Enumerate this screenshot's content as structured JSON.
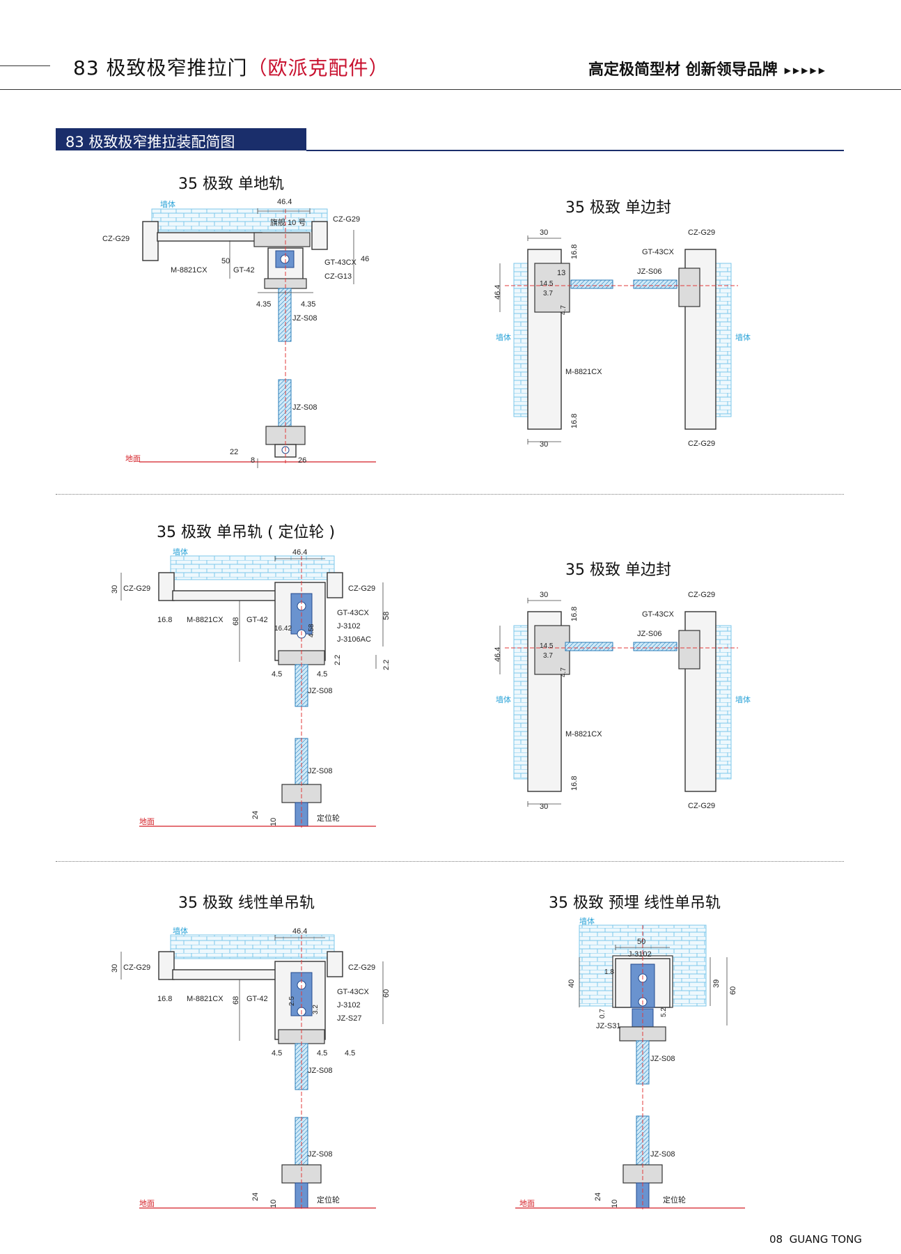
{
  "header": {
    "title": "83 极致极窄推拉门",
    "title_paren": "（欧派克配件）",
    "slogan": "高定极简型材  创新领导品牌",
    "slogan_arrows": "▶▶▶▶▶"
  },
  "section": {
    "title": "83 极致极窄推拉装配简图"
  },
  "diagrams": {
    "d1": {
      "title": "35 极致  单地轨",
      "labels": {
        "wall": "墙体",
        "w464": "46.4",
        "flagship": "旗舰 10 号",
        "czg29a": "CZ-G29",
        "czg29b": "CZ-G29",
        "m8821": "M-8821CX",
        "gt42": "GT-42",
        "gt43": "GT-43CX",
        "czg13": "CZ-G13",
        "d50": "50",
        "d46": "46",
        "d435a": "4.35",
        "d435b": "4.35",
        "jzs08a": "JZ-S08",
        "jzs08b": "JZ-S08",
        "ground": "地面",
        "d22": "22",
        "d8": "8",
        "d26": "26"
      }
    },
    "d2": {
      "title": "35 极致  单边封",
      "labels": {
        "d30a": "30",
        "d168a": "16.8",
        "d13": "13",
        "d145": "14.5",
        "d37": "3.7",
        "d47": "4.7",
        "d464": "46.4",
        "wall_l": "墙体",
        "wall_r": "墙体",
        "m8821": "M-8821CX",
        "d168b": "16.8",
        "d30b": "30",
        "czg29t": "CZ-G29",
        "gt43": "GT-43CX",
        "jzs06": "JZ-S06",
        "czg29b": "CZ-G29"
      }
    },
    "d3": {
      "title": "35 极致  单吊轨 ( 定位轮 )",
      "labels": {
        "wall": "墙体",
        "w464": "46.4",
        "czg29a": "CZ-G29",
        "czg29b": "CZ-G29",
        "d30": "30",
        "d168": "16.8",
        "m8821": "M-8821CX",
        "d68": "68",
        "gt42": "GT-42",
        "d1642": "16.42",
        "d458": "4.58",
        "gt43": "GT-43CX",
        "j3102": "J-3102",
        "j3106": "J-3106AC",
        "d58": "58",
        "d22a": "2.2",
        "d22b": "2.2",
        "d45a": "4.5",
        "d45b": "4.5",
        "jzs08a": "JZ-S08",
        "jzs08b": "JZ-S08",
        "ground": "地面",
        "d24": "24",
        "d10": "10",
        "wheel": "定位轮"
      }
    },
    "d4": {
      "title": "35 极致  单边封",
      "labels": {
        "d30a": "30",
        "d168a": "16.8",
        "d145": "14.5",
        "d37": "3.7",
        "d47": "4.7",
        "d464": "46.4",
        "wall_l": "墙体",
        "wall_r": "墙体",
        "m8821": "M-8821CX",
        "d168b": "16.8",
        "d30b": "30",
        "czg29t": "CZ-G29",
        "gt43": "GT-43CX",
        "jzs06": "JZ-S06",
        "czg29b": "CZ-G29"
      }
    },
    "d5": {
      "title": "35 极致  线性单吊轨",
      "labels": {
        "wall": "墙体",
        "w464": "46.4",
        "czg29a": "CZ-G29",
        "czg29b": "CZ-G29",
        "d30": "30",
        "d168": "16.8",
        "m8821": "M-8821CX",
        "d68": "68",
        "gt42": "GT-42",
        "d25": "2.5",
        "d32": "3.2",
        "gt43": "GT-43CX",
        "j3102": "J-3102",
        "jzs27": "JZ-S27",
        "d60": "60",
        "d45a": "4.5",
        "d45b": "4.5",
        "d45c": "4.5",
        "jzs08a": "JZ-S08",
        "jzs08b": "JZ-S08",
        "ground": "地面",
        "d24": "24",
        "d10": "10",
        "wheel": "定位轮"
      }
    },
    "d6": {
      "title": "35 极致  预埋  线性单吊轨",
      "labels": {
        "wall": "墙体",
        "d50": "50",
        "j3102": "J-3102",
        "d18": "1.8",
        "d40": "40",
        "d39": "39",
        "d60": "60",
        "d07": "0.7",
        "d52": "5.2",
        "jzs31": "JZ-S31",
        "jzs08a": "JZ-S08",
        "jzs08b": "JZ-S08",
        "ground": "地面",
        "d24": "24",
        "d10": "10",
        "wheel": "定位轮"
      }
    }
  },
  "footer": {
    "page": "08",
    "brand": "GUANG TONG"
  },
  "colors": {
    "navy": "#1a2e6b",
    "brick": "#7cc7ea",
    "glass": "#9fd3ef",
    "red": "#d41f26",
    "blue_part": "#6a93cf"
  }
}
